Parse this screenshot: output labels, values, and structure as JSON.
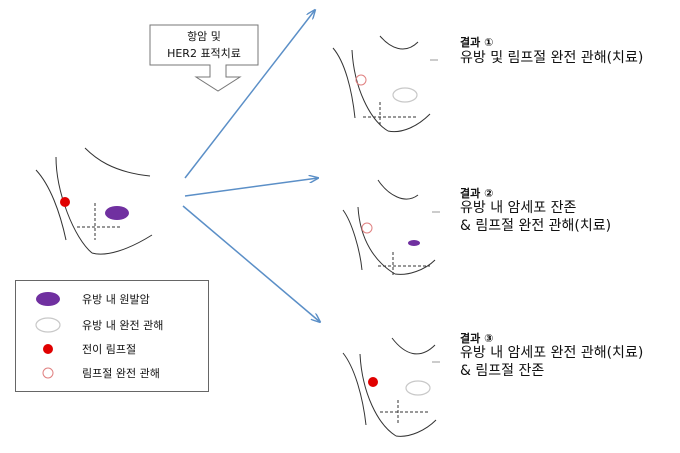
{
  "callout": {
    "line1": "항암 및",
    "line2": "HER2 표적치료"
  },
  "outcomes": [
    {
      "title": "결과 ①",
      "desc_lines": [
        "유방 및 림프절 완전  관해(치료)"
      ]
    },
    {
      "title": "결과 ②",
      "desc_lines": [
        "유방 내 암세포 잔존",
        "& 림프절 완전 관해(치료)"
      ]
    },
    {
      "title": "결과 ③",
      "desc_lines": [
        "유방 내 암세포 완전 관해(치료)",
        "& 림프절 잔존"
      ]
    }
  ],
  "legend": [
    {
      "label": "유방 내 원발암",
      "symbol": "filled-ellipse",
      "color": "#7030A0"
    },
    {
      "label": "유방 내 완전 관해",
      "symbol": "outline-ellipse",
      "color": "#c8c8c8"
    },
    {
      "label": "전이 림프절",
      "symbol": "filled-circle",
      "color": "#e00000"
    },
    {
      "label": "림프절 완전 관해",
      "symbol": "outline-circle",
      "color": "#e08080"
    }
  ],
  "colors": {
    "arrow": "#5b8fc7",
    "tumor": "#7030A0",
    "node": "#e00000",
    "outline": "#444444"
  }
}
